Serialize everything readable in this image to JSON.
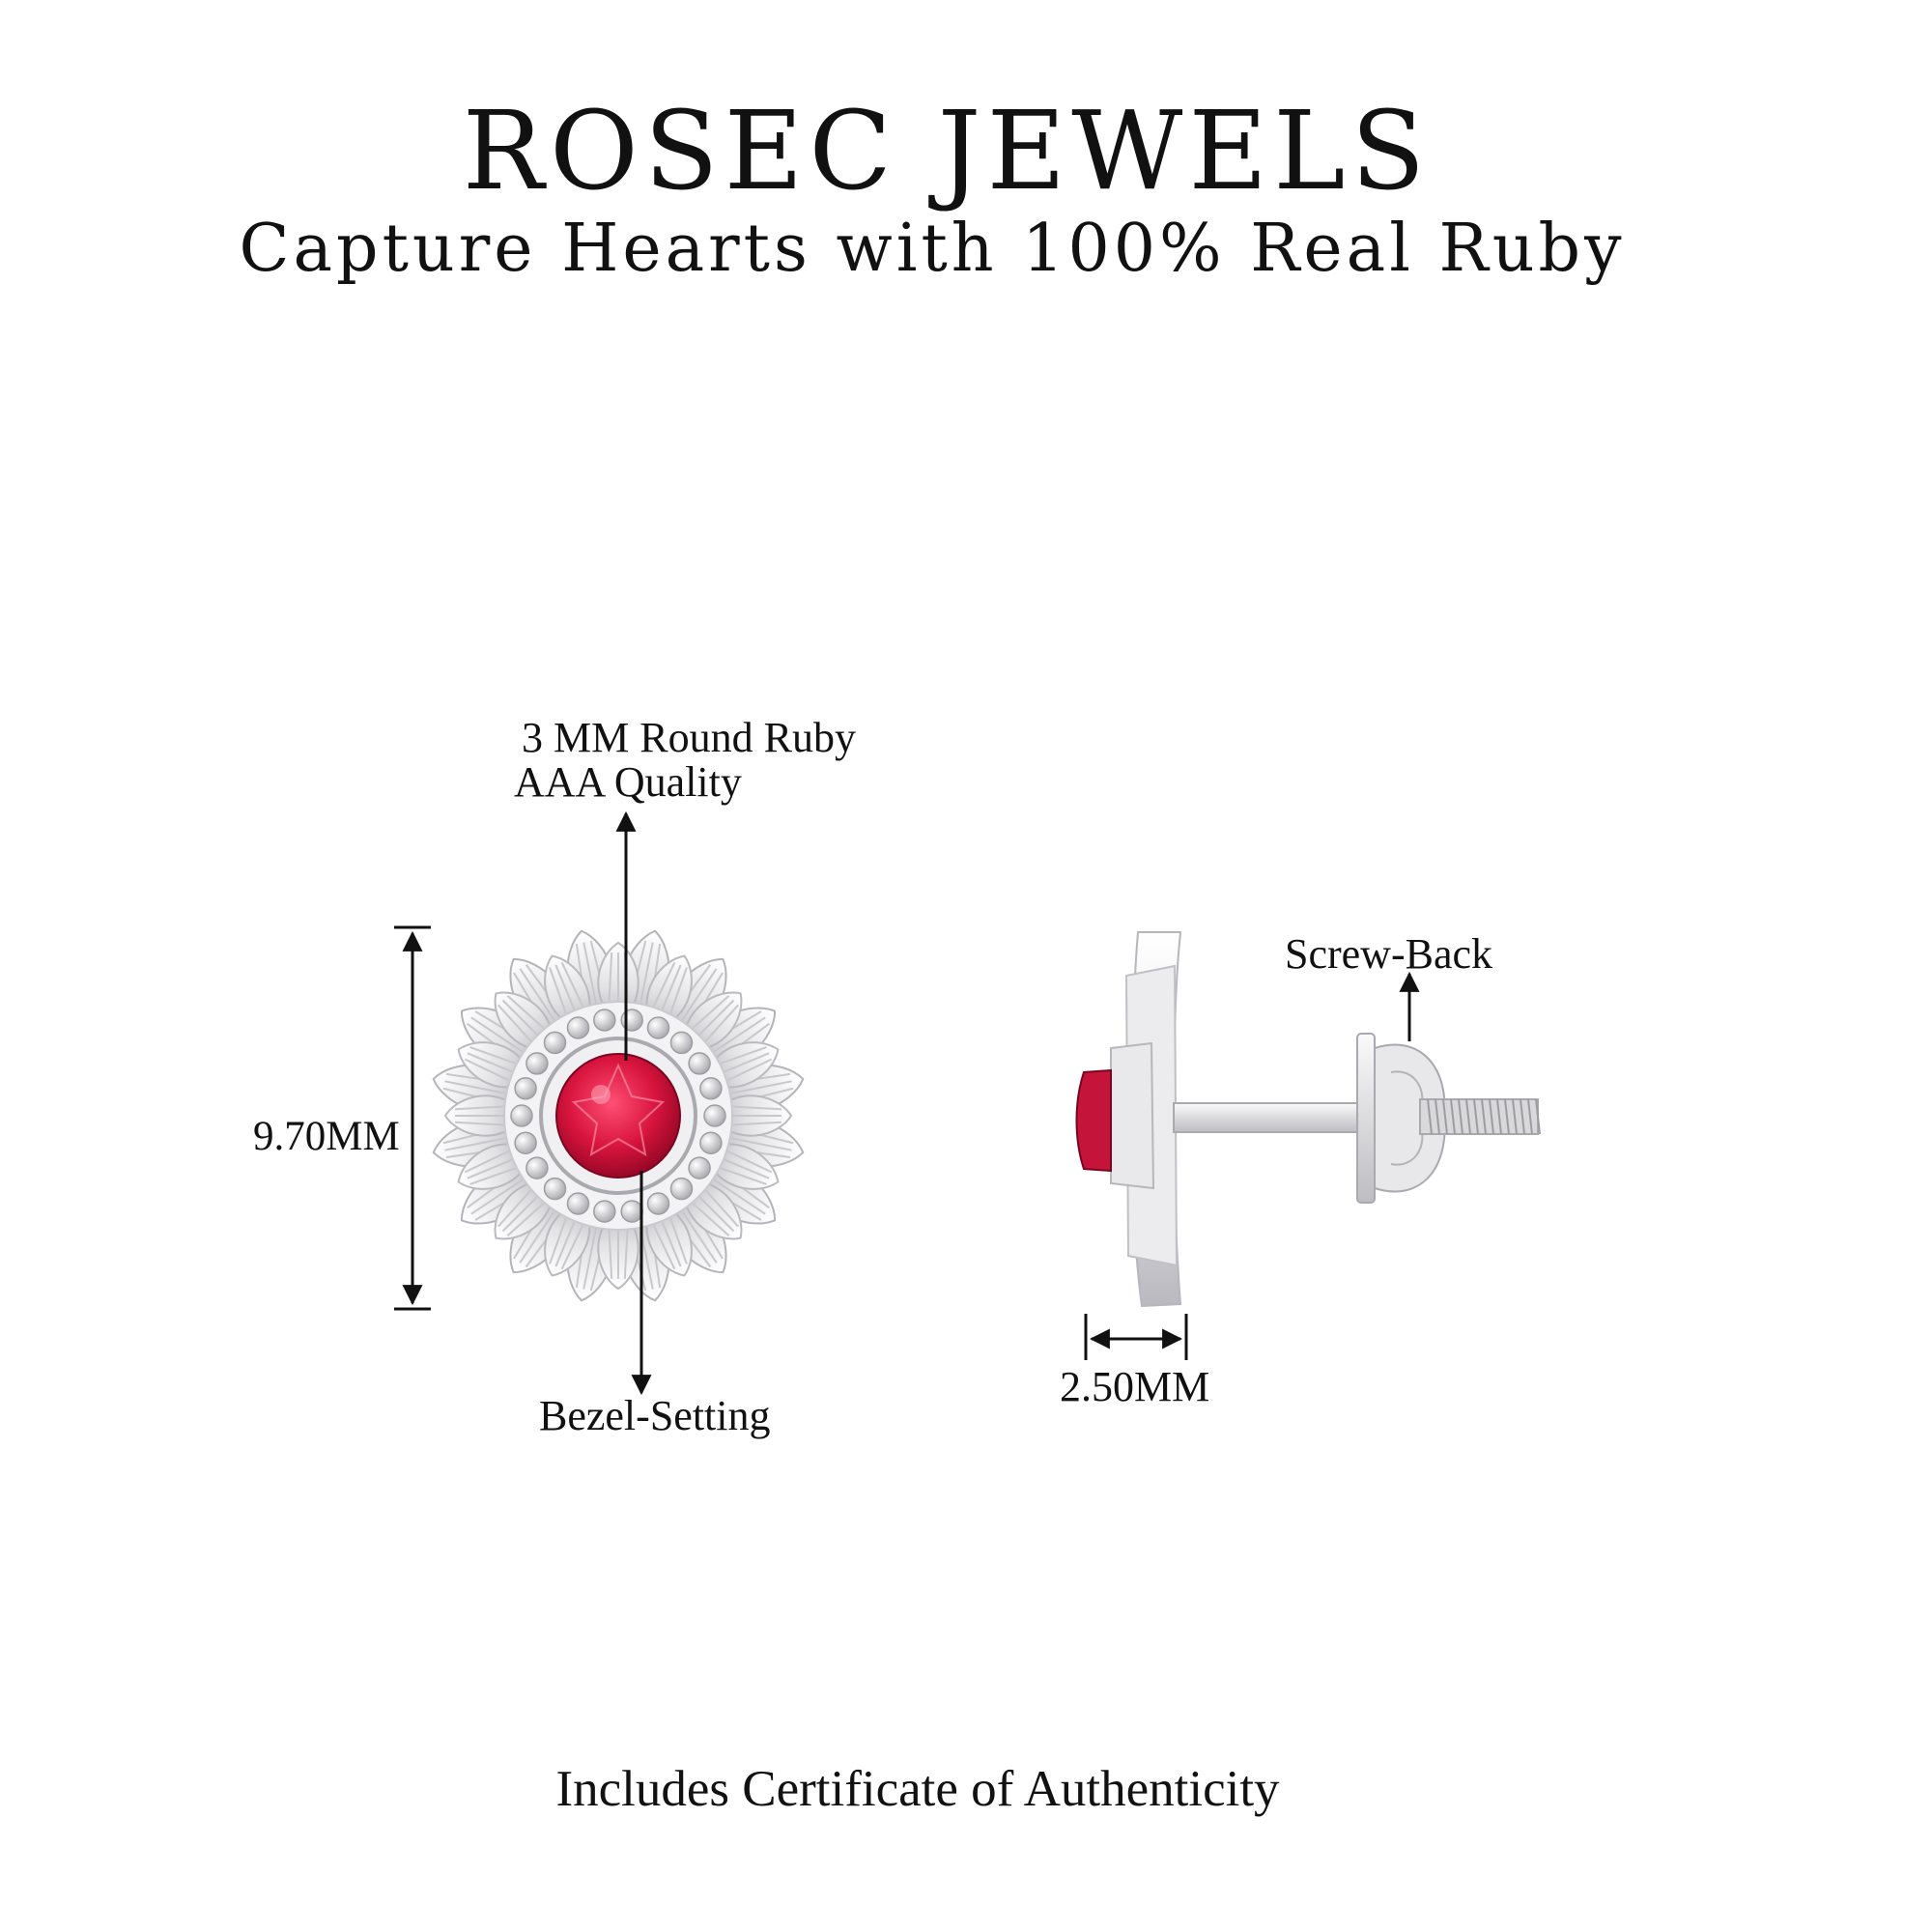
{
  "header": {
    "brand": "ROSEC JEWELS",
    "tagline": "Capture Hearts with 100% Real Ruby"
  },
  "callouts": {
    "gemstone_line1": "3 MM Round Ruby",
    "gemstone_line2": "AAA Quality",
    "height": "9.70MM",
    "setting": "Bezel-Setting",
    "back": "Screw-Back",
    "depth": "2.50MM"
  },
  "footer": {
    "note": "Includes Certificate of Authenticity"
  },
  "colors": {
    "background": "#ffffff",
    "text": "#111111",
    "ruby": "#d4163f",
    "metal": "#e4e4e6"
  },
  "icons": [
    "flower-earring-front-view",
    "earring-side-view",
    "dimension-arrows"
  ]
}
